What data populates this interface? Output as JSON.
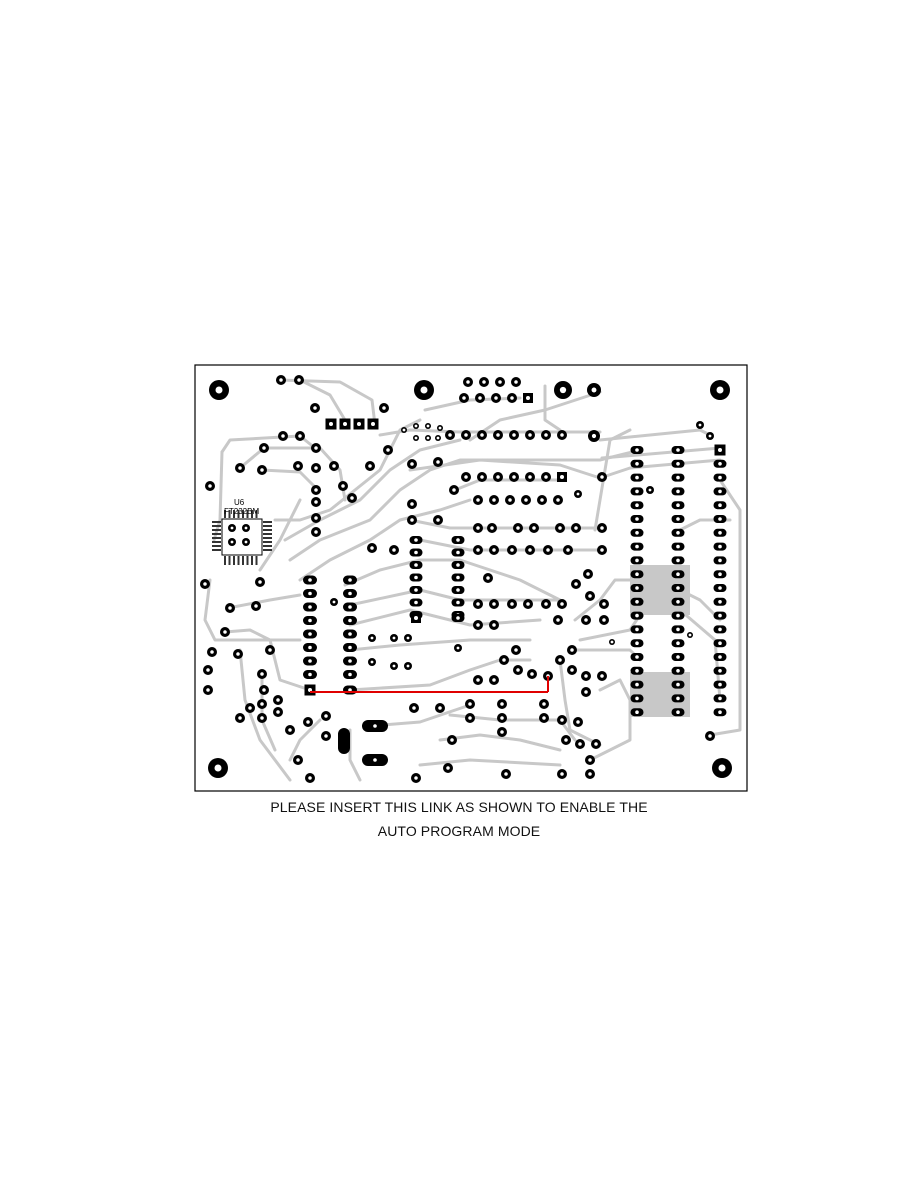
{
  "figure": {
    "component_ref": "U6",
    "component_part": "FT232BM",
    "caption_line_1": "PLEASE INSERT THIS LINK AS SHOWN TO ENABLE THE",
    "caption_line_2": "AUTO PROGRAM MODE"
  },
  "colors": {
    "board_outline": "#000000",
    "trace": "#c8c8c8",
    "pad": "#000000",
    "link_wire": "#e00000",
    "background": "#ffffff"
  }
}
